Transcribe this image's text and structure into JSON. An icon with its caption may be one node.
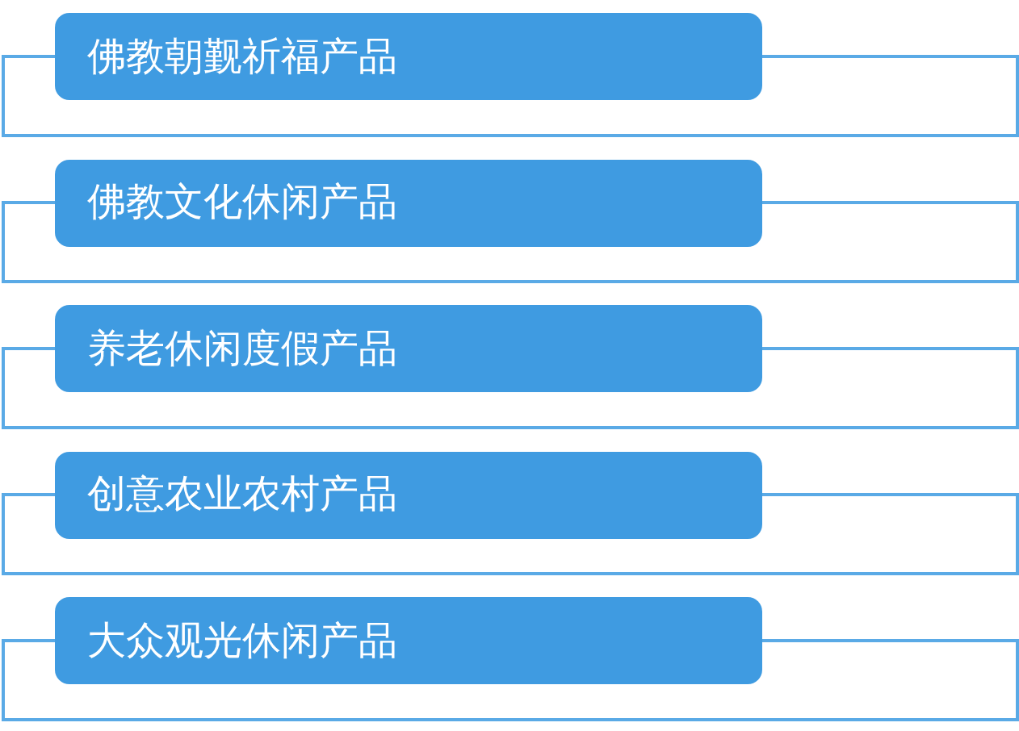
{
  "diagram": {
    "nodes": [
      {
        "text": [
          "佛教朝觐祈福产品"
        ]
      },
      {
        "text": [
          "佛教文化休闲产品"
        ]
      },
      {
        "text": [
          "养老休闲度假产品"
        ]
      },
      {
        "text": [
          "创意农业农村产品"
        ]
      },
      {
        "text": [
          "大众观光休闲产品"
        ]
      }
    ]
  }
}
